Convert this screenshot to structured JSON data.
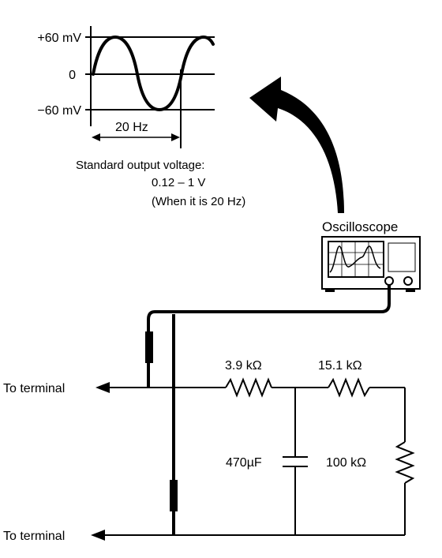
{
  "waveform": {
    "y_labels": {
      "top": "+60 mV",
      "mid": "0",
      "bottom": "−60 mV"
    },
    "period_label": "20 Hz",
    "caption": {
      "line1": "Standard output voltage:",
      "line2": "0.12 – 1 V",
      "line3": "(When it is 20 Hz)"
    }
  },
  "oscilloscope": {
    "label": "Oscilloscope"
  },
  "circuit": {
    "r1": "3.9 kΩ",
    "r2": "15.1 kΩ",
    "cap": "470µF",
    "r3": "100 kΩ",
    "terminal_top": "To terminal",
    "terminal_bottom": "To terminal"
  },
  "colors": {
    "ink": "#000000",
    "background": "#ffffff"
  }
}
